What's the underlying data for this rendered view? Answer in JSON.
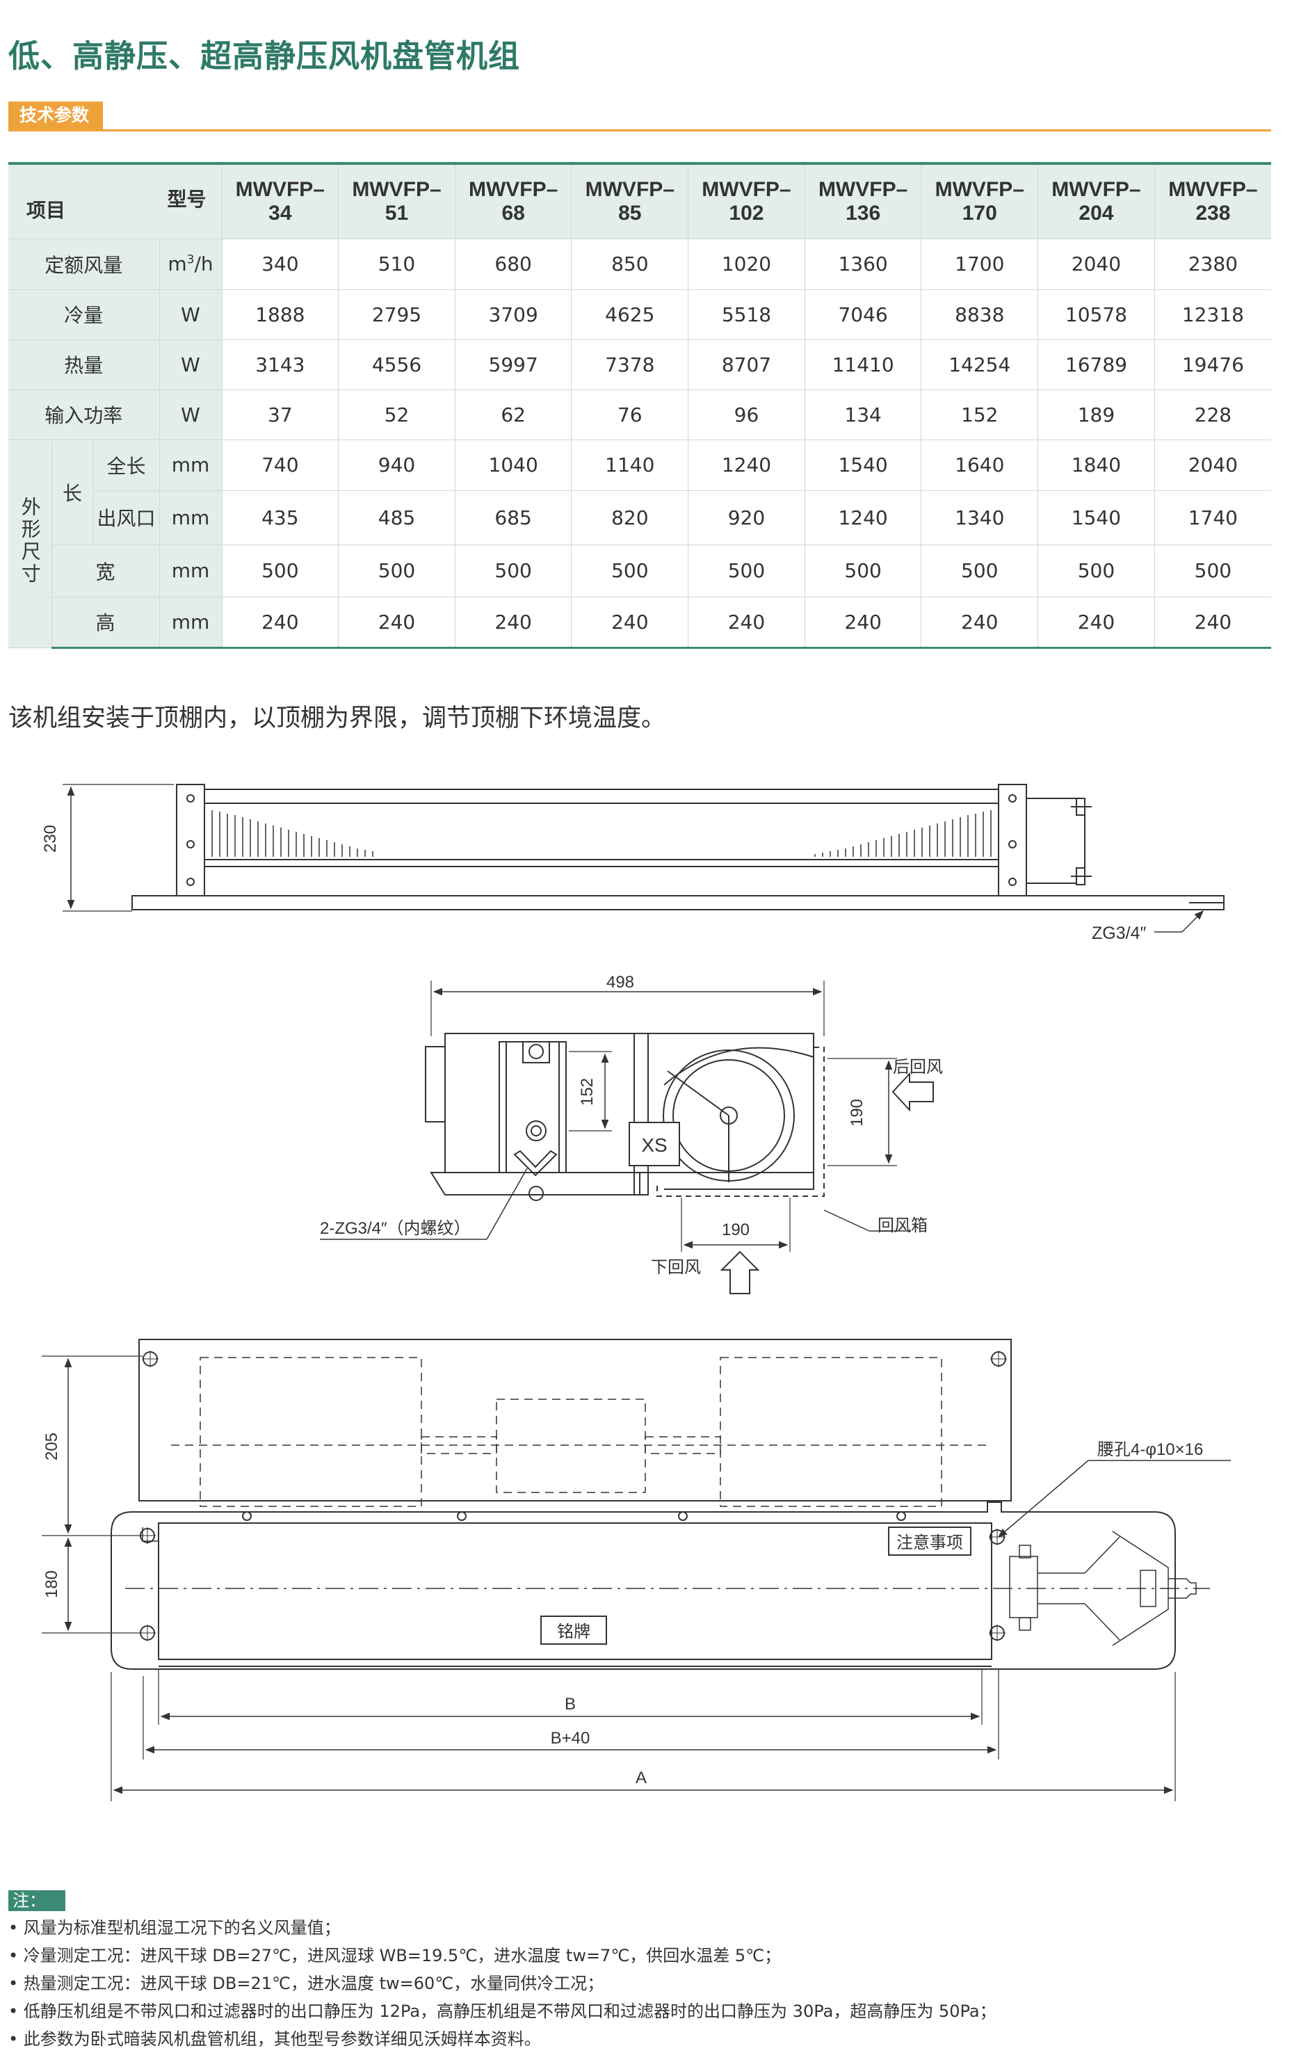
{
  "title": "低、高静压、超高静压风机盘管机组",
  "section_label": "技术参数",
  "table": {
    "header_item": "项目",
    "header_model": "型号",
    "models": [
      {
        "l1": "MWVFP–",
        "l2": "34"
      },
      {
        "l1": "MWVFP–",
        "l2": "51"
      },
      {
        "l1": "MWVFP–",
        "l2": "68"
      },
      {
        "l1": "MWVFP–",
        "l2": "85"
      },
      {
        "l1": "MWVFP–",
        "l2": "102"
      },
      {
        "l1": "MWVFP–",
        "l2": "136"
      },
      {
        "l1": "MWVFP–",
        "l2": "170"
      },
      {
        "l1": "MWVFP–",
        "l2": "204"
      },
      {
        "l1": "MWVFP–",
        "l2": "238"
      }
    ],
    "dim_group": "外形尺寸",
    "length_group": "长",
    "rows": [
      {
        "label": "定额风量",
        "unit_base": "m",
        "unit_sup": "3",
        "unit_tail": "/h",
        "values": [
          "340",
          "510",
          "680",
          "850",
          "1020",
          "1360",
          "1700",
          "2040",
          "2380"
        ]
      },
      {
        "label": "冷量",
        "unit": "W",
        "values": [
          "1888",
          "2795",
          "3709",
          "4625",
          "5518",
          "7046",
          "8838",
          "10578",
          "12318"
        ]
      },
      {
        "label": "热量",
        "unit": "W",
        "values": [
          "3143",
          "4556",
          "5997",
          "7378",
          "8707",
          "11410",
          "14254",
          "16789",
          "19476"
        ]
      },
      {
        "label": "输入功率",
        "unit": "W",
        "values": [
          "37",
          "52",
          "62",
          "76",
          "96",
          "134",
          "152",
          "189",
          "228"
        ]
      },
      {
        "label": "全长",
        "unit": "mm",
        "values": [
          "740",
          "940",
          "1040",
          "1140",
          "1240",
          "1540",
          "1640",
          "1840",
          "2040"
        ]
      },
      {
        "label": "出风口",
        "unit": "mm",
        "values": [
          "435",
          "485",
          "685",
          "820",
          "920",
          "1240",
          "1340",
          "1540",
          "1740"
        ]
      },
      {
        "label": "宽",
        "unit": "mm",
        "values": [
          "500",
          "500",
          "500",
          "500",
          "500",
          "500",
          "500",
          "500",
          "500"
        ]
      },
      {
        "label": "高",
        "unit": "mm",
        "values": [
          "240",
          "240",
          "240",
          "240",
          "240",
          "240",
          "240",
          "240",
          "240"
        ]
      }
    ]
  },
  "description": "该机组安装于顶棚内，以顶棚为界限，调节顶棚下环境温度。",
  "drawings": {
    "front": {
      "dim_height": "230",
      "pipe": "ZG3/4″"
    },
    "side": {
      "width": "498",
      "d152": "152",
      "d190_v": "190",
      "d190_h": "190",
      "xs": "XS",
      "rear_return": "后回风",
      "bottom_return": "下回风",
      "return_box": "回风箱",
      "pipe_label": "2-ZG3/4″（内螺纹）"
    },
    "plan": {
      "d205": "205",
      "d180": "180",
      "slot": "腰孔4-φ10×16",
      "notice": "注意事项",
      "nameplate": "铭牌",
      "dim_b": "B",
      "dim_b40": "B+40",
      "dim_a": "A"
    }
  },
  "notes_label": "注：",
  "notes": [
    "• 风量为标准型机组湿工况下的名义风量值；",
    "• 冷量测定工况：进风干球 DB=27℃，进风湿球 WB=19.5℃，进水温度 tw=7℃，供回水温差 5℃；",
    "• 热量测定工况：进风干球 DB=21℃，进水温度 tw=60℃，水量同供冷工况；",
    "• 低静压机组是不带风口和过滤器时的出口静压为 12Pa，高静压机组是不带风口和过滤器时的出口静压为 30Pa，超高静压为 50Pa；",
    "• 此参数为卧式暗装风机盘管机组，其他型号参数详细见沃姆样本资料。"
  ],
  "colors": {
    "title_green": "#2e7a66",
    "accent_orange": "#eea23b",
    "table_bg": "#e3eee9",
    "rule_green": "#3b8a73"
  }
}
